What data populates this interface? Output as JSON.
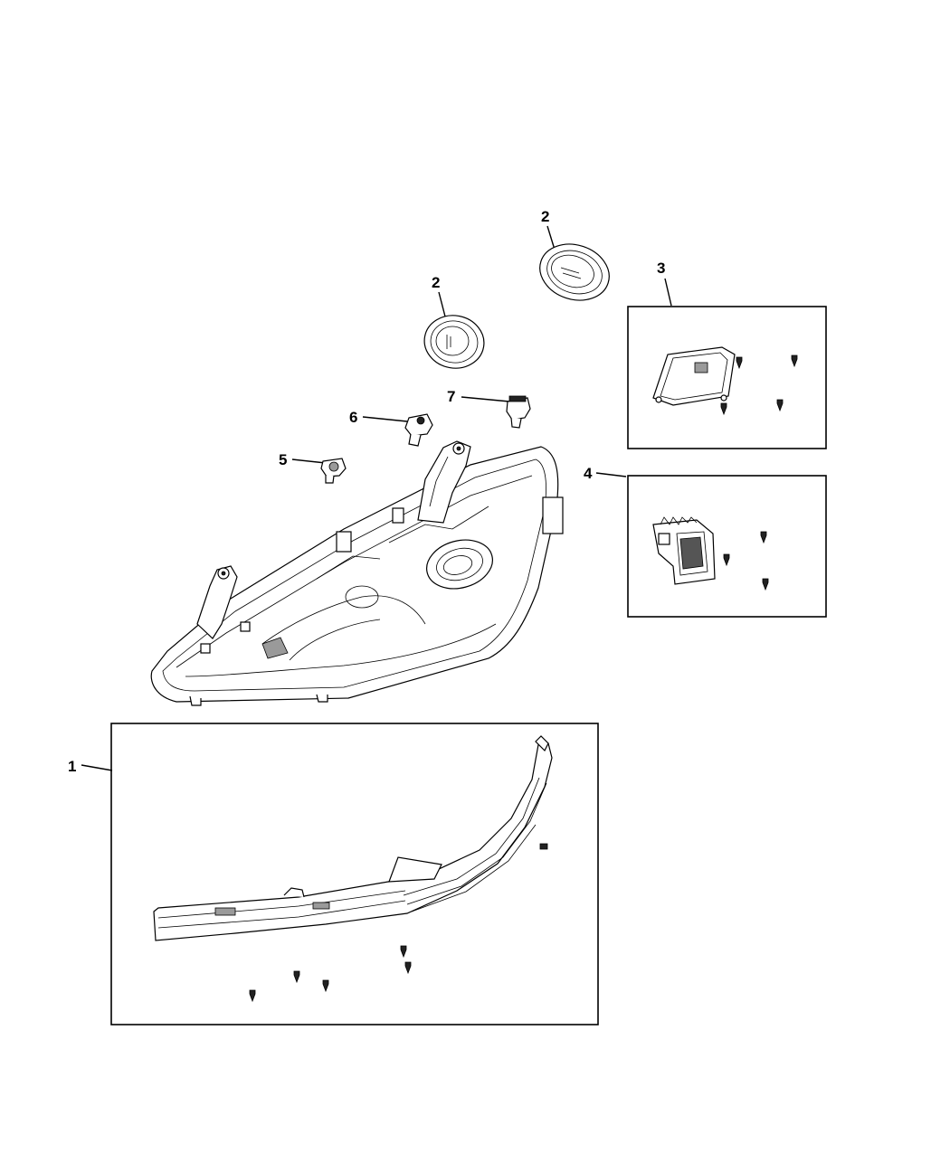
{
  "callouts": [
    {
      "id": "c1",
      "label": "1"
    },
    {
      "id": "c2a",
      "label": "2"
    },
    {
      "id": "c2b",
      "label": "2"
    },
    {
      "id": "c3",
      "label": "3"
    },
    {
      "id": "c4",
      "label": "4"
    },
    {
      "id": "c5",
      "label": "5"
    },
    {
      "id": "c6",
      "label": "6"
    },
    {
      "id": "c7",
      "label": "7"
    }
  ]
}
